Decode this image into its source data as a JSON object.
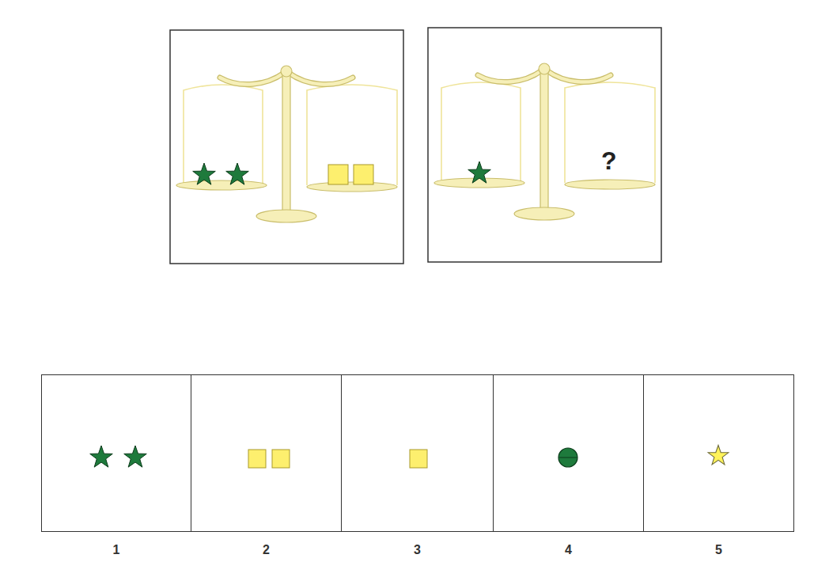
{
  "diagram": {
    "nodes": [
      {
        "text": [
          "1"
        ]
      },
      {
        "text": [
          "2"
        ]
      },
      {
        "text": [
          "3"
        ]
      },
      {
        "text": [
          "4"
        ]
      },
      {
        "text": [
          "5"
        ]
      }
    ],
    "labels": [
      "?"
    ]
  }
}
